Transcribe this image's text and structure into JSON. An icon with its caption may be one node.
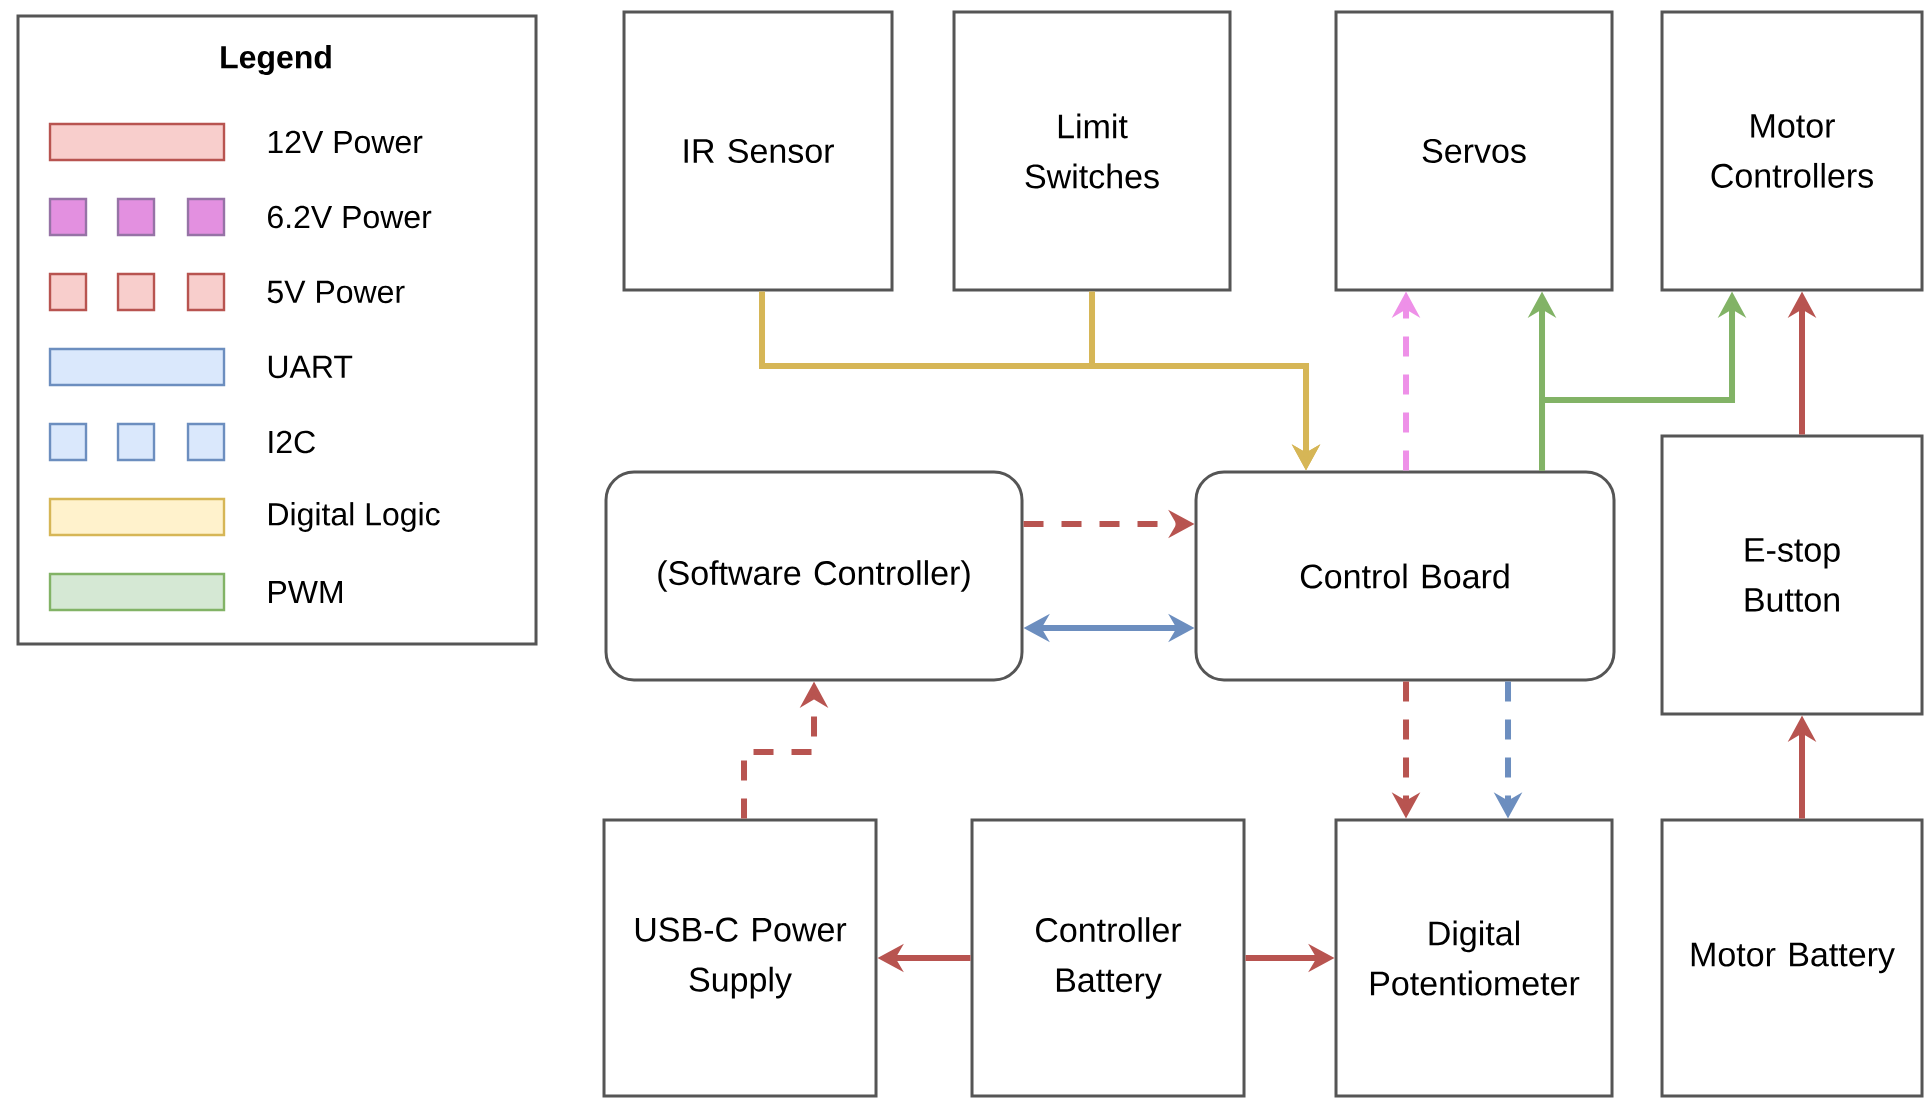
{
  "diagram": {
    "nodes": [
      {
        "text": [
          "IR Sensor"
        ]
      },
      {
        "text": [
          "Limit Switches"
        ]
      },
      {
        "text": [
          "Servos"
        ]
      },
      {
        "text": [
          "Motor Controllers"
        ]
      },
      {
        "text": [
          "(Software Controller)"
        ]
      },
      {
        "text": [
          "Control Board"
        ]
      },
      {
        "text": [
          "E-stop Button"
        ]
      },
      {
        "text": [
          "USB-C Power Supply"
        ]
      },
      {
        "text": [
          "Controller Battery"
        ]
      },
      {
        "text": [
          "Digital Potentiometer"
        ]
      },
      {
        "text": [
          "Motor Battery"
        ]
      }
    ],
    "edges": [
      {
        "from": 0,
        "to": 5,
        "arrow": "to",
        "color": "#d6b656"
      },
      {
        "from": 1,
        "to": 5,
        "arrow": "to",
        "color": "#d6b656"
      },
      {
        "from": 4,
        "to": 5,
        "arrow": "to",
        "style": "dashed"
      },
      {
        "from": 4,
        "to": 5,
        "arrow": "both",
        "color": "#6c8ebf"
      },
      {
        "from": 7,
        "to": 4,
        "arrow": "to",
        "style": "dashed"
      },
      {
        "from": 5,
        "to": 2,
        "arrow": "to",
        "style": "dashed",
        "color": "#ee90e8"
      },
      {
        "from": 5,
        "to": 2,
        "arrow": "to",
        "color": "#82b366"
      },
      {
        "from": 5,
        "to": 3,
        "arrow": "to",
        "color": "#82b366"
      },
      {
        "from": 6,
        "to": 3,
        "arrow": "to"
      },
      {
        "from": 5,
        "to": 9,
        "arrow": "to",
        "style": "dashed"
      },
      {
        "from": 5,
        "to": 9,
        "arrow": "to",
        "style": "dashed",
        "color": "#6c8ebf"
      },
      {
        "from": 10,
        "to": 6,
        "arrow": "to"
      },
      {
        "from": 8,
        "to": 7,
        "arrow": "to"
      },
      {
        "from": 8,
        "to": 9,
        "arrow": "to"
      }
    ],
    "labels": [
      "Legend"
    ],
    "legend": [
      {
        "text": "12V Power",
        "color": "#f8cecc"
      },
      {
        "text": "6.2V Power",
        "color": "#e390e0"
      },
      {
        "text": "5V Power",
        "color": "#f8cecc"
      },
      {
        "text": "UART",
        "color": "#dae8fc"
      },
      {
        "text": "I2C",
        "color": "#dae8fc"
      },
      {
        "text": "Digital Logic",
        "color": "#fff2cc"
      },
      {
        "text": "PWM",
        "color": "#d5e8d4"
      }
    ]
  }
}
